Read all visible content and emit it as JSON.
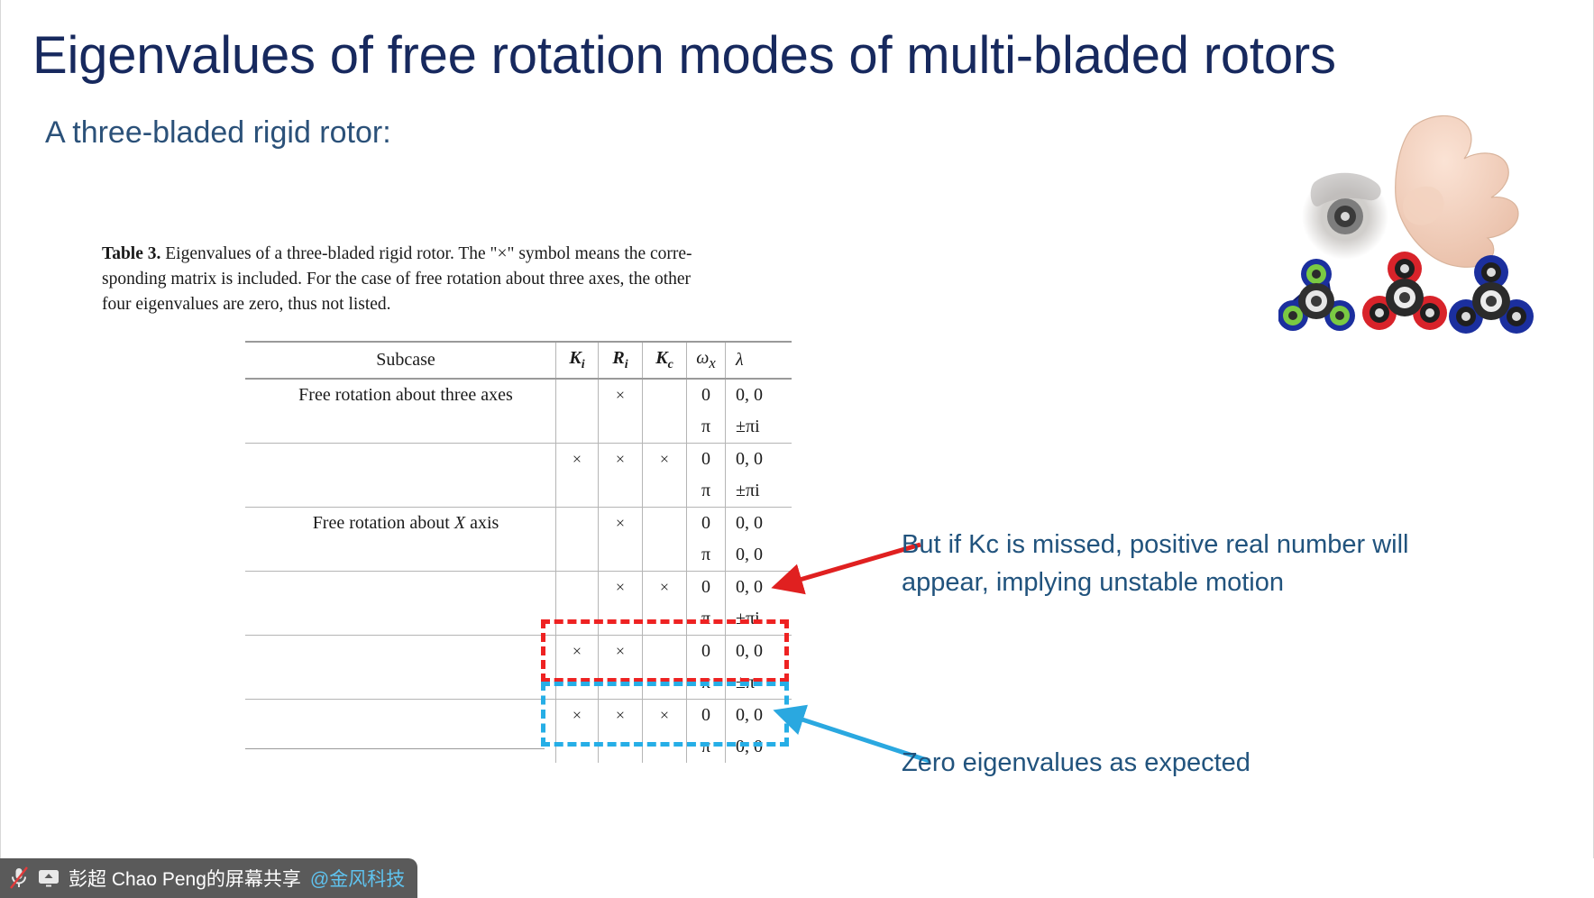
{
  "slide": {
    "title": "Eigenvalues of free rotation modes of multi-bladed rotors",
    "subtitle": "A three-bladed rigid rotor:",
    "title_color": "#17295e",
    "subtitle_color": "#2b5179"
  },
  "caption": {
    "label": "Table 3.",
    "line1": "Eigenvalues of a three-bladed rigid rotor. The \"×\" symbol means the corre-",
    "line2": "sponding matrix is included. For the case of free rotation about three axes, the other",
    "line3": "four eigenvalues are zero, thus not listed."
  },
  "table": {
    "headers": [
      "Subcase",
      "K",
      "R",
      "K",
      "ω",
      "λ"
    ],
    "header_subs": [
      "",
      "i",
      "i",
      "c",
      "x",
      ""
    ],
    "rows": [
      {
        "subcase": "Free rotation about three axes",
        "Ki": "",
        "Ri": "×",
        "Kc": "",
        "wx": "0",
        "lambda": "0, 0",
        "group_start": true,
        "highlight": ""
      },
      {
        "subcase": "",
        "Ki": "",
        "Ri": "",
        "Kc": "",
        "wx": "π",
        "lambda": "±πi",
        "group_start": false,
        "highlight": ""
      },
      {
        "subcase": "",
        "Ki": "×",
        "Ri": "×",
        "Kc": "×",
        "wx": "0",
        "lambda": "0, 0",
        "group_start": true,
        "highlight": ""
      },
      {
        "subcase": "",
        "Ki": "",
        "Ri": "",
        "Kc": "",
        "wx": "π",
        "lambda": "±πi",
        "group_start": false,
        "highlight": ""
      },
      {
        "subcase": "Free rotation about X axis",
        "Ki": "",
        "Ri": "×",
        "Kc": "",
        "wx": "0",
        "lambda": "0, 0",
        "group_start": true,
        "highlight": ""
      },
      {
        "subcase": "",
        "Ki": "",
        "Ri": "",
        "Kc": "",
        "wx": "π",
        "lambda": "0, 0",
        "group_start": false,
        "highlight": ""
      },
      {
        "subcase": "",
        "Ki": "",
        "Ri": "×",
        "Kc": "×",
        "wx": "0",
        "lambda": "0, 0",
        "group_start": true,
        "highlight": ""
      },
      {
        "subcase": "",
        "Ki": "",
        "Ri": "",
        "Kc": "",
        "wx": "π",
        "lambda": "±πi",
        "group_start": false,
        "highlight": ""
      },
      {
        "subcase": "",
        "Ki": "×",
        "Ri": "×",
        "Kc": "",
        "wx": "0",
        "lambda": "0, 0",
        "group_start": true,
        "highlight": "red"
      },
      {
        "subcase": "",
        "Ki": "",
        "Ri": "",
        "Kc": "",
        "wx": "π",
        "lambda": "±π",
        "group_start": false,
        "highlight": "red"
      },
      {
        "subcase": "",
        "Ki": "×",
        "Ri": "×",
        "Kc": "×",
        "wx": "0",
        "lambda": "0, 0",
        "group_start": true,
        "highlight": "blue"
      },
      {
        "subcase": "",
        "Ki": "",
        "Ri": "",
        "Kc": "",
        "wx": "π",
        "lambda": "0, 0",
        "group_start": false,
        "highlight": "blue"
      }
    ],
    "subcase_x_axis_prefix": "Free rotation about ",
    "subcase_x_axis_italic": "X",
    "subcase_x_axis_suffix": " axis"
  },
  "annotations": {
    "red": {
      "line1": "But if Kc is missed, positive real number will",
      "line2": "appear, implying unstable motion",
      "color": "#21537d",
      "box_color": "#ee2222"
    },
    "blue": {
      "line1": "Zero eigenvalues as expected",
      "color": "#21537d",
      "box_color": "#26aee6"
    }
  },
  "taskbar": {
    "share_label": "彭超 Chao Peng的屏幕共享",
    "share_handle": "@金风科技",
    "mic_icon": "microphone-muted-icon",
    "screen_icon": "screen-share-icon",
    "pill_color": "#5a5a5a",
    "handle_color": "#5fc3ef"
  }
}
